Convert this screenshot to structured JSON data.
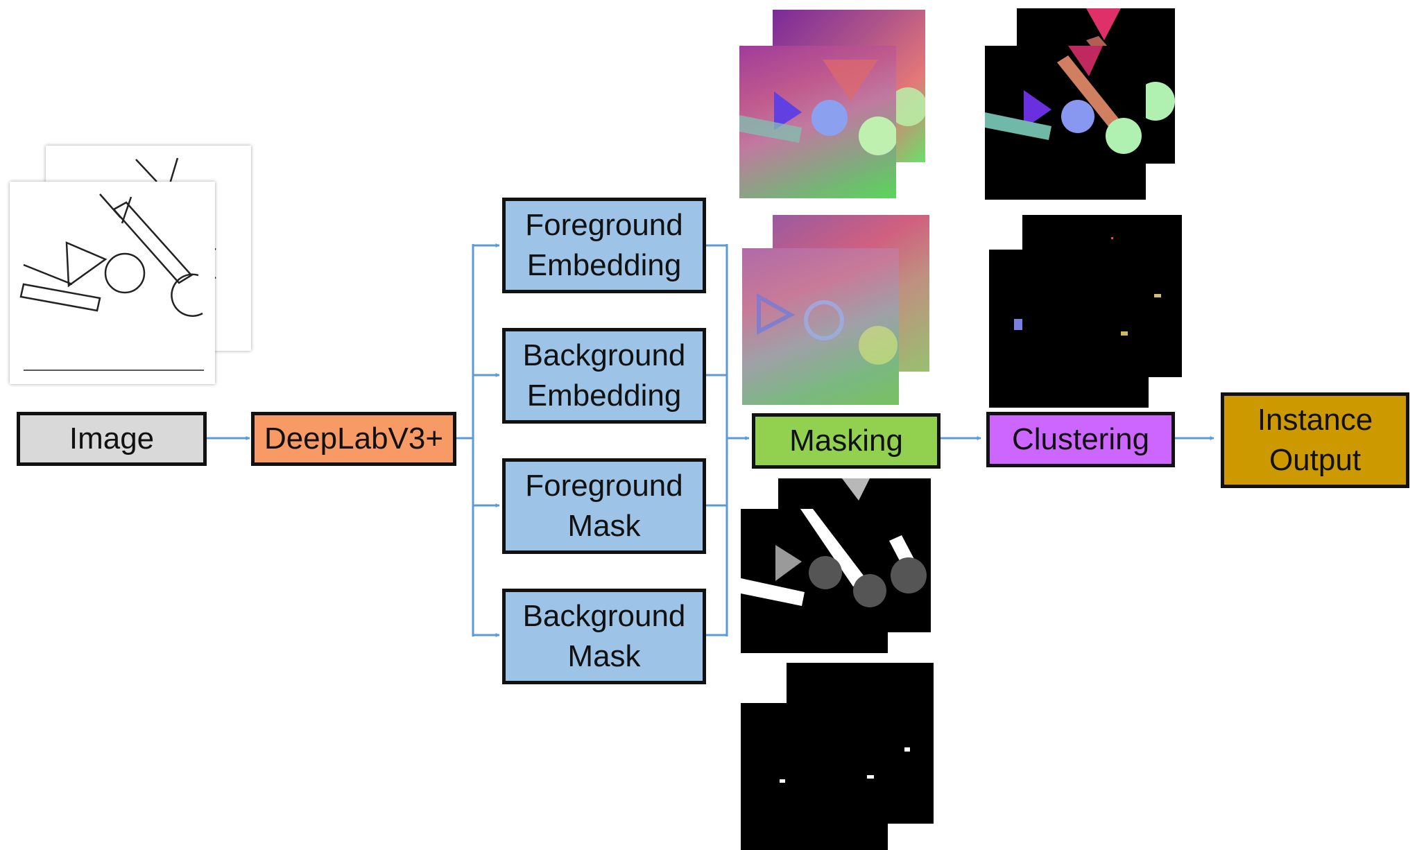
{
  "nodes": {
    "image": "Image",
    "deeplab": "DeepLabV3+",
    "fg_embedding": "Foreground\nEmbedding",
    "bg_embedding": "Background\nEmbedding",
    "fg_mask": "Foreground\nMask",
    "bg_mask": "Background\nMask",
    "masking": "Masking",
    "clustering": "Clustering",
    "instance_output": "Instance\nOutput"
  },
  "colors": {
    "image": "#d9d9d9",
    "deeplab": "#f79a66",
    "branch": "#9dc3e6",
    "masking": "#92d050",
    "clustering": "#cc66ff",
    "instance_output": "#cc9900",
    "arrow": "#5b9bd5",
    "border": "#111111"
  }
}
